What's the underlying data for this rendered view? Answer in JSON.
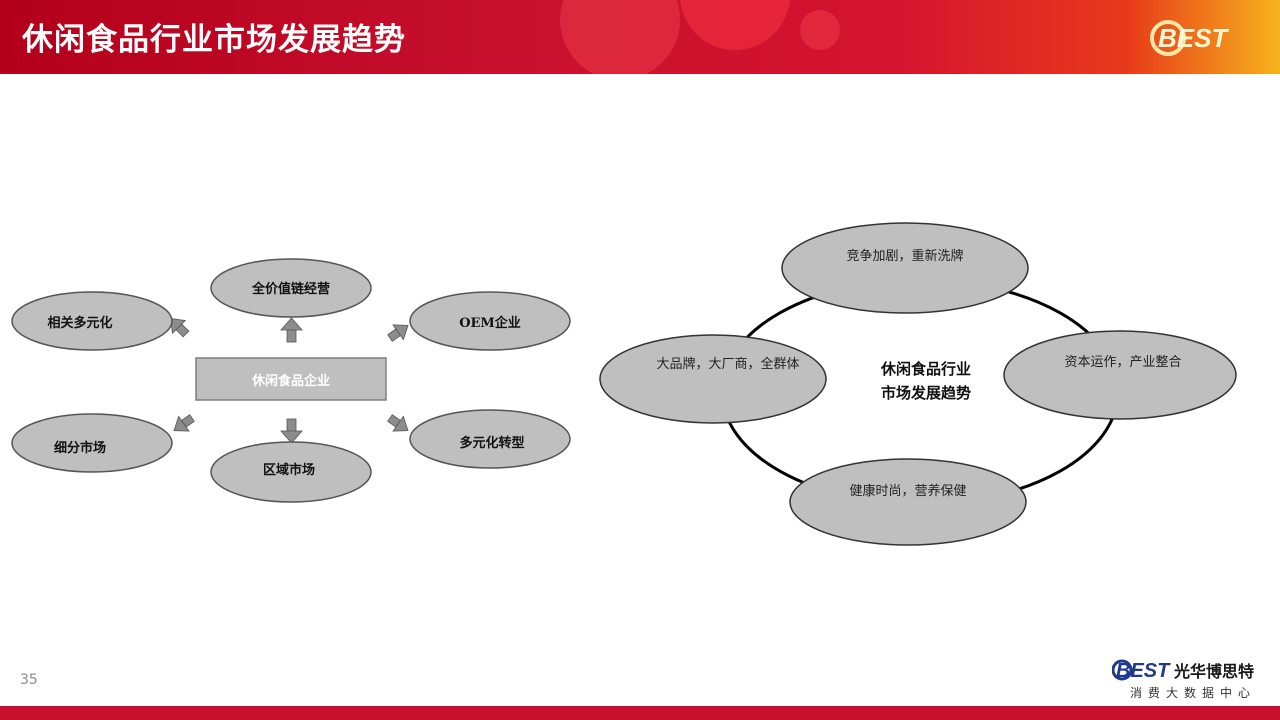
{
  "header": {
    "title": "休闲食品行业市场发展趋势",
    "logo_text": "BEST"
  },
  "left_diagram": {
    "center": "休闲食品企业",
    "nodes": [
      "全价值链经营",
      "相关多元化",
      "OEM企业",
      "细分市场",
      "区域市场",
      "多元化转型"
    ]
  },
  "right_diagram": {
    "center_line1": "休闲食品行业",
    "center_line2": "市场发展趋势",
    "nodes": [
      "竞争加剧，重新洗牌",
      "大品牌，大厂商，全群体",
      "资本运作，产业整合",
      "健康时尚，营养保健"
    ]
  },
  "footer": {
    "page_number": "35",
    "brand_logo": "BEST",
    "brand_name": "光华博思特",
    "brand_subtitle": "消费大数据中心"
  },
  "colors": {
    "header_red": "#c8102e",
    "node_fill": "#bfbfbf",
    "arrow_fill": "#8c8c8c"
  }
}
